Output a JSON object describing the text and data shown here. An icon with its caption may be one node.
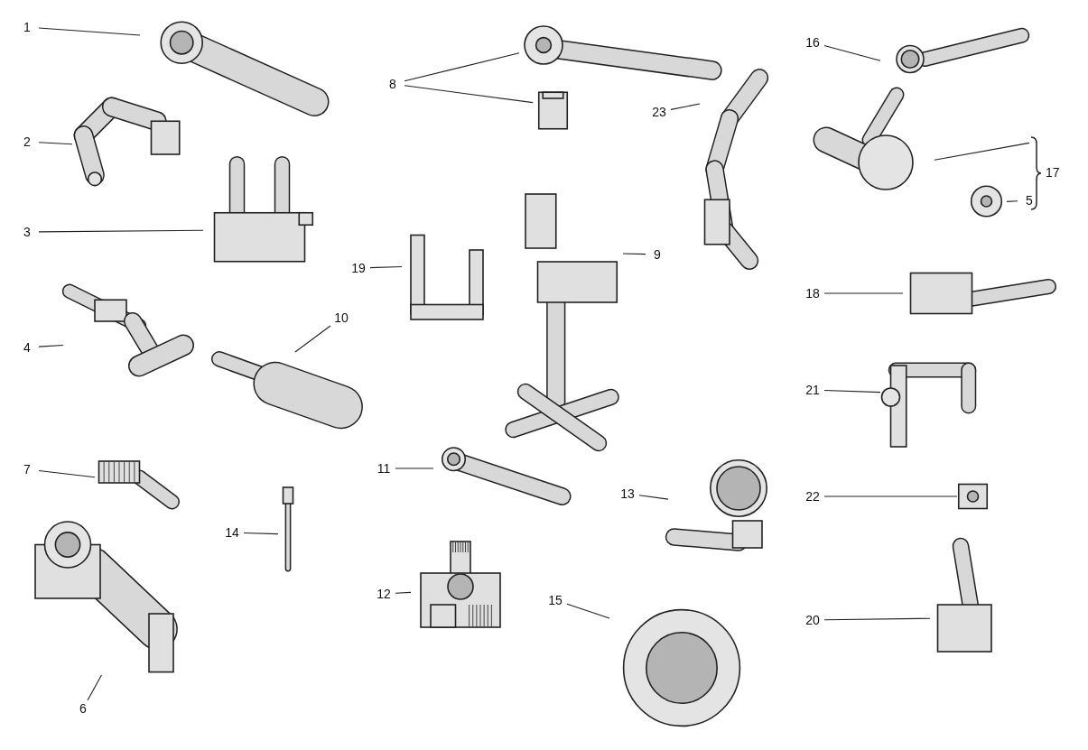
{
  "diagram": {
    "nodes": [
      {
        "text": [
          "1"
        ]
      },
      {
        "text": [],
        "shape": "picture"
      },
      {
        "text": [
          "2"
        ]
      },
      {
        "text": [],
        "shape": "picture"
      },
      {
        "text": [
          "3"
        ]
      },
      {
        "text": [],
        "shape": "picture"
      },
      {
        "text": [
          "4"
        ]
      },
      {
        "text": [],
        "shape": "picture"
      },
      {
        "text": [
          "7"
        ]
      },
      {
        "text": [],
        "shape": "picture"
      },
      {
        "text": [
          "6"
        ]
      },
      {
        "text": [],
        "shape": "picture"
      },
      {
        "text": [
          "8"
        ]
      },
      {
        "text": [],
        "shape": "picture"
      },
      {
        "text": [],
        "shape": "picture"
      },
      {
        "text": [
          "23"
        ]
      },
      {
        "text": [],
        "shape": "picture"
      },
      {
        "text": [
          "19"
        ]
      },
      {
        "text": [],
        "shape": "picture"
      },
      {
        "text": [
          "9"
        ]
      },
      {
        "text": [],
        "shape": "picture"
      },
      {
        "text": [
          "10"
        ]
      },
      {
        "text": [],
        "shape": "picture"
      },
      {
        "text": [
          "11"
        ]
      },
      {
        "text": [],
        "shape": "picture"
      },
      {
        "text": [
          "14"
        ]
      },
      {
        "text": [],
        "shape": "picture"
      },
      {
        "text": [
          "12"
        ]
      },
      {
        "text": [],
        "shape": "picture"
      },
      {
        "text": [
          "15"
        ]
      },
      {
        "text": [],
        "shape": "picture"
      },
      {
        "text": [
          "13"
        ]
      },
      {
        "text": [],
        "shape": "picture"
      },
      {
        "text": [
          "16"
        ]
      },
      {
        "text": [],
        "shape": "picture"
      },
      {
        "text": [
          "17"
        ]
      },
      {
        "text": [],
        "shape": "picture"
      },
      {
        "text": [
          "5"
        ]
      },
      {
        "text": [],
        "shape": "picture"
      },
      {
        "text": [
          "18"
        ]
      },
      {
        "text": [],
        "shape": "picture"
      },
      {
        "text": [
          "21"
        ]
      },
      {
        "text": [],
        "shape": "picture"
      },
      {
        "text": [
          "22"
        ]
      },
      {
        "text": [],
        "shape": "picture"
      },
      {
        "text": [
          "20"
        ]
      },
      {
        "text": [],
        "shape": "picture"
      }
    ],
    "edges": [
      {
        "from": 0,
        "to": 1,
        "arrow": "none"
      },
      {
        "from": 2,
        "to": 3,
        "arrow": "none"
      },
      {
        "from": 4,
        "to": 5,
        "arrow": "none"
      },
      {
        "from": 6,
        "to": 7,
        "arrow": "none"
      },
      {
        "from": 8,
        "to": 9,
        "arrow": "none"
      },
      {
        "from": 10,
        "to": 11,
        "arrow": "none"
      },
      {
        "from": 12,
        "to": 13,
        "arrow": "none"
      },
      {
        "from": 12,
        "to": 14,
        "arrow": "none"
      },
      {
        "from": 15,
        "to": 16,
        "arrow": "none"
      },
      {
        "from": 17,
        "to": 18,
        "arrow": "none"
      },
      {
        "from": 19,
        "to": 20,
        "arrow": "none"
      },
      {
        "from": 21,
        "to": 22,
        "arrow": "none"
      },
      {
        "from": 23,
        "to": 24,
        "arrow": "none"
      },
      {
        "from": 25,
        "to": 26,
        "arrow": "none"
      },
      {
        "from": 27,
        "to": 28,
        "arrow": "none"
      },
      {
        "from": 29,
        "to": 30,
        "arrow": "none"
      },
      {
        "from": 31,
        "to": 32,
        "arrow": "none"
      },
      {
        "from": 33,
        "to": 34,
        "arrow": "none"
      },
      {
        "from": 35,
        "to": 36,
        "arrow": "none"
      },
      {
        "from": 37,
        "to": 38,
        "arrow": "none"
      },
      {
        "from": 39,
        "to": 40,
        "arrow": "none"
      },
      {
        "from": 41,
        "to": 42,
        "arrow": "none"
      },
      {
        "from": 43,
        "to": 44,
        "arrow": "none"
      },
      {
        "from": 45,
        "to": 46,
        "arrow": "none"
      }
    ]
  }
}
